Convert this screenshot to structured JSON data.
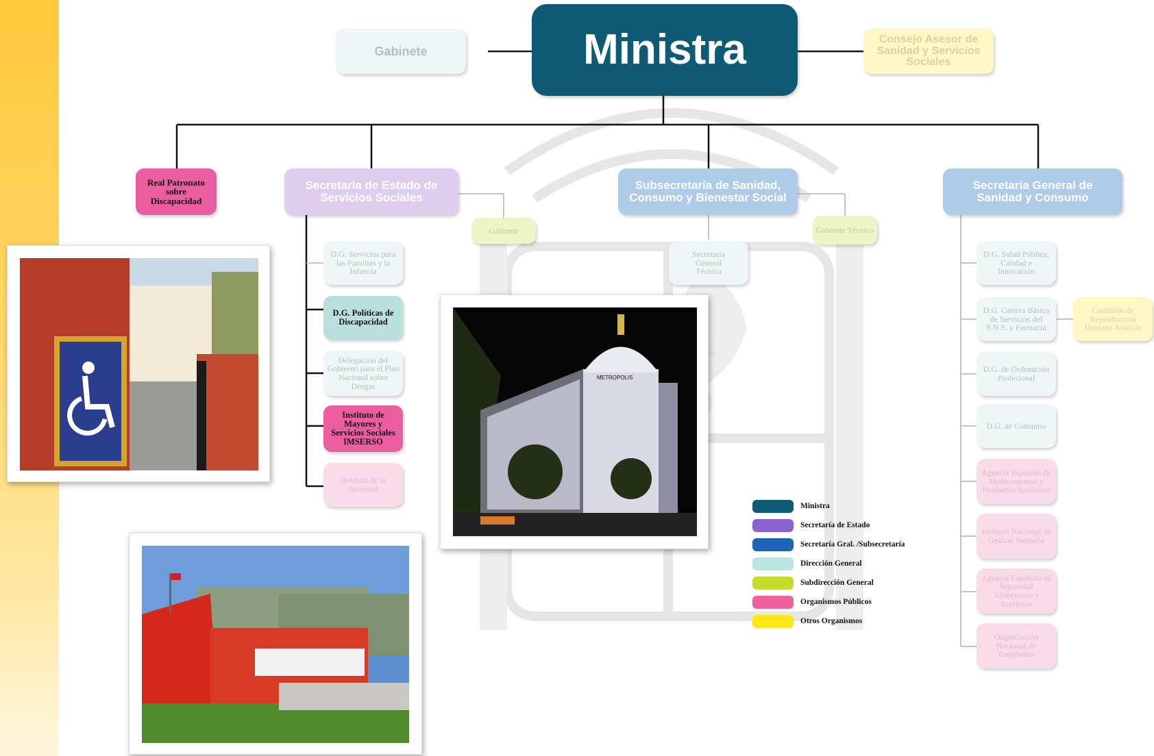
{
  "chart": {
    "root": "Ministra",
    "top_left": "Gabinete",
    "top_right": "Consejo Asesor de Sanidad y Servicios Sociales",
    "col1_top": "Real Patronato sobre Discapacidad",
    "col2_top": "Secretaría de Estado de Servicios Sociales",
    "col2_gabinete": "Gabinete",
    "col2_items": [
      "D.G. Servicios para las Familias y la Infancia",
      "D.G. Políticas de Discapacidad",
      "Delegación del Gobierno para el Plan Nacional sobre Drogas",
      "Instituto de Mayores y Servicios Sociales IMSERSO",
      "Instituto de la Juventud"
    ],
    "col3_top": "Subsecretaría de Sanidad, Consumo y Bienestar Social",
    "col3_gabinete": "Gabinete Técnico",
    "col3_item": "Secretaría General Técnica",
    "col4_top": "Secretaría General de Sanidad y Consumo",
    "col4_items": [
      "D.G. Salud Pública, Calidad e Innovación",
      "D.G. Cartera Básica de Servicios del S.N.S. y Farmacia",
      "D.G. de Ordenación Profesional",
      "D.G. de Consumo",
      "Agencia Española de Medicamentos y Productos Sanitarios",
      "Instituto Nacional de Gestión Sanitaria",
      "Agencia Española de Seguridad Alimentaria y Nutrición",
      "Organización Nacional de Trasplantes"
    ],
    "col4_side": "Comisión de Reproducción Humana Asistida"
  },
  "legend": [
    {
      "label": "Ministra",
      "color": "#0f5b76"
    },
    {
      "label": "Secretaría de Estado",
      "color": "#8a63cf"
    },
    {
      "label": "Secretaría Gral. /Subsecretaría",
      "color": "#1e63b5"
    },
    {
      "label": "Dirección General",
      "color": "#b9e4e2"
    },
    {
      "label": "Subdirección General",
      "color": "#c6dc2c"
    },
    {
      "label": "Organismos Públicos",
      "color": "#f0609c"
    },
    {
      "label": "Otros Organismos",
      "color": "#ffe81a"
    }
  ],
  "photos": {
    "metropolis_sign": "METROPOLIS"
  }
}
